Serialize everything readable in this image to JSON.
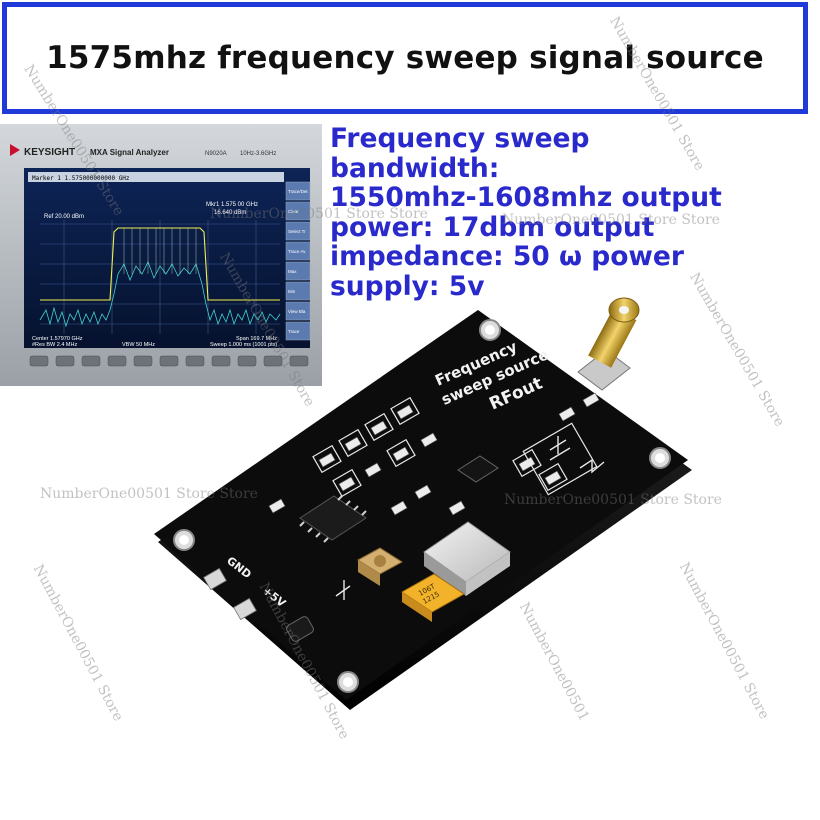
{
  "title": "1575mhz frequency sweep signal source",
  "spec_lines": [
    "Frequency sweep",
    "bandwidth:",
    "1550mhz-1608mhz output",
    "power: 17dbm output",
    "impedance: 50 ω power",
    "supply: 5v"
  ],
  "analyzer": {
    "brand": "KEYSIGHT",
    "model": "MXA Signal Analyzer",
    "model_code": "N9020A",
    "range": "10Hz-3.6GHz",
    "marker": "Marker 1  1.575000000000 GHz",
    "mkr_freq": "Mkr1 1.575 00 GHz",
    "mkr_level": "16.640 dBm",
    "ref": "Ref 20.00 dBm",
    "center": "Center 1.57970 GHz",
    "res_bw": "#Res BW 2.4 MHz",
    "vbw": "VBW 50 MHz",
    "span": "Span 169.7 MHz",
    "sweep": "Sweep  1.000 ms (1001 pts)",
    "side_buttons": [
      "Trace/Det",
      "Clear",
      "Select Tr",
      "Trace Av",
      "Max",
      "Min",
      "View Bla",
      "Trace"
    ]
  },
  "board": {
    "silk_line1": "Frequency",
    "silk_line2": "sweep source",
    "rfout": "RFout",
    "gnd": "GND",
    "plus5v": "+5V",
    "cap_line1": "106T",
    "cap_line2": "1215"
  },
  "watermark": "NumberOne00501 Store",
  "watermark_store": "NumberOne00501 Store Store",
  "watermark_short": "NumberOne00501",
  "colors": {
    "title_border": "#1f3ad8",
    "spec_text": "#2a2acc",
    "pcb": "#0c0c0c",
    "spectrum_trace": "#f0f050",
    "noise": "#40d0d0",
    "screen_bg": "#0a1a40"
  }
}
